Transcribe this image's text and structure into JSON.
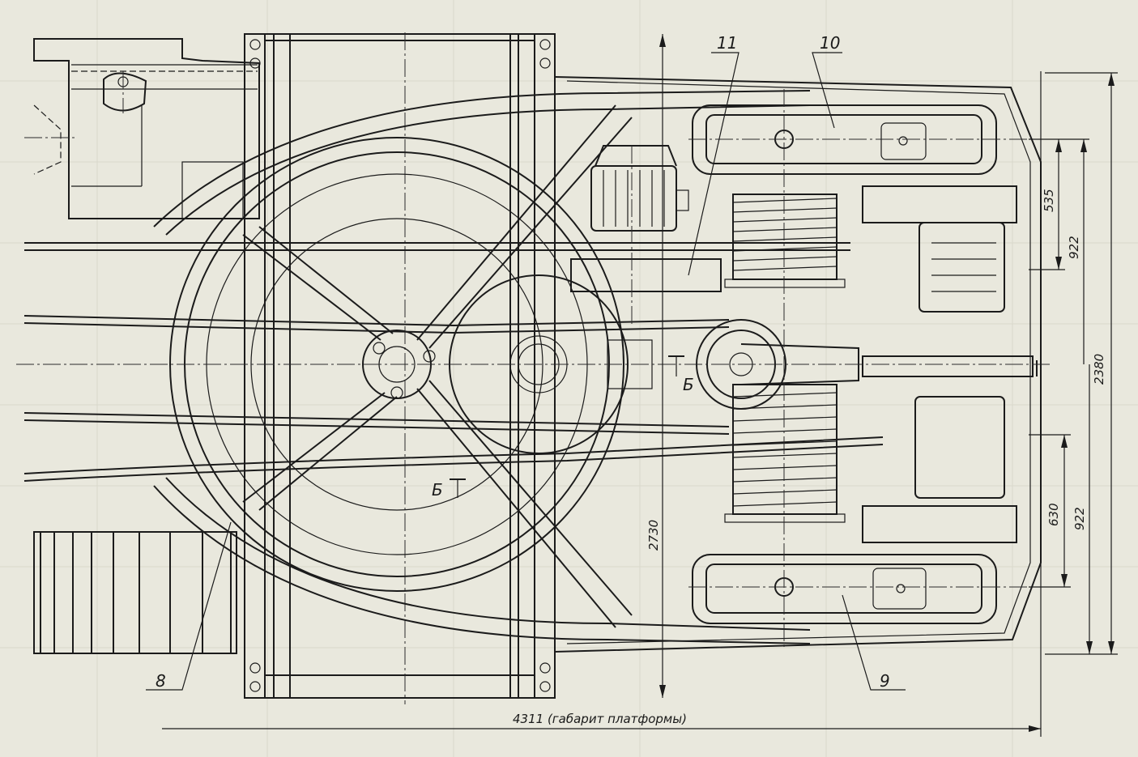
{
  "drawing": {
    "callouts": [
      {
        "id": "11",
        "label": "11"
      },
      {
        "id": "10",
        "label": "10"
      },
      {
        "id": "8",
        "label": "8"
      },
      {
        "id": "9",
        "label": "9"
      }
    ],
    "section_marks": [
      {
        "id": "upper",
        "label": "Б"
      },
      {
        "id": "lower",
        "label": "Б"
      }
    ],
    "dimensions": {
      "overall_width": "4311 (габарит платформы)",
      "frame_height": "2730",
      "total_height": "2380",
      "upper_922": "922",
      "upper_535": "535",
      "lower_922": "922",
      "lower_630": "630"
    },
    "colors": {
      "paper": "#e9e8dd",
      "ink": "#1b1b1b"
    }
  }
}
